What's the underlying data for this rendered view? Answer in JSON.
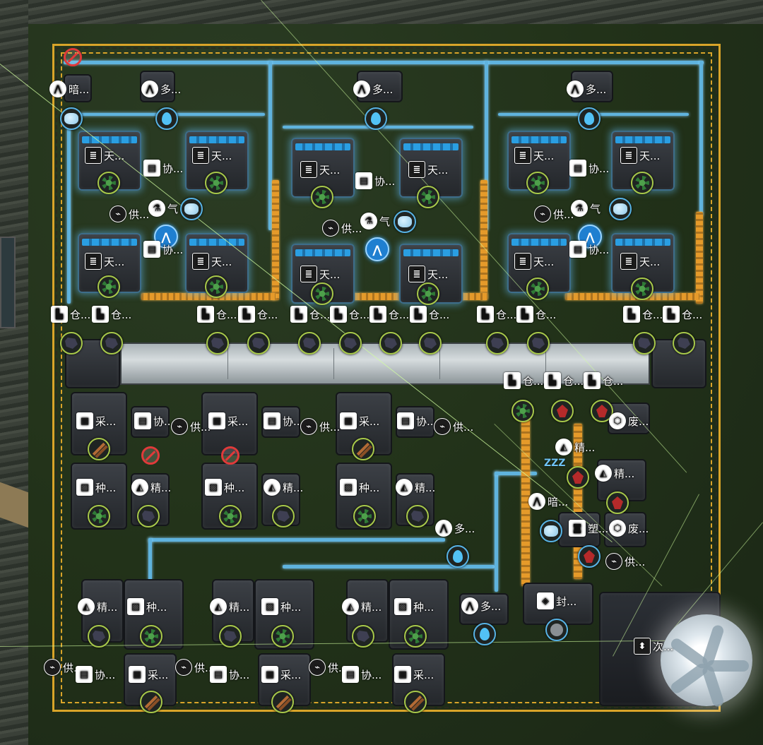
{
  "labels": {
    "dark": "暗...",
    "multi": "多...",
    "sky": "天...",
    "assist": "协...",
    "supply": "供...",
    "gas": "气",
    "storage": "仓...",
    "mine": "采...",
    "plant": "种...",
    "refine": "精...",
    "waste": "废...",
    "plastic": "塑...",
    "seal": "封...",
    "next": "次..."
  },
  "icons": {
    "warning": "no-entry-icon",
    "water": "water-drop-icon",
    "ice": "ice-crystal-icon",
    "ore": "dark-ore-icon",
    "plant": "plant-icon",
    "crystal": "red-crystal-icon",
    "wood": "wood-sticks-icon",
    "sleep": "zzz-icon"
  },
  "colors": {
    "plot_border": "#d9a429",
    "pipe_blue": "#5fb3de",
    "pipe_orange": "#e59a2a",
    "badge_blue": "#1f7fd0",
    "warning_red": "#e03a3a",
    "ring_green": "#a8c94a"
  }
}
